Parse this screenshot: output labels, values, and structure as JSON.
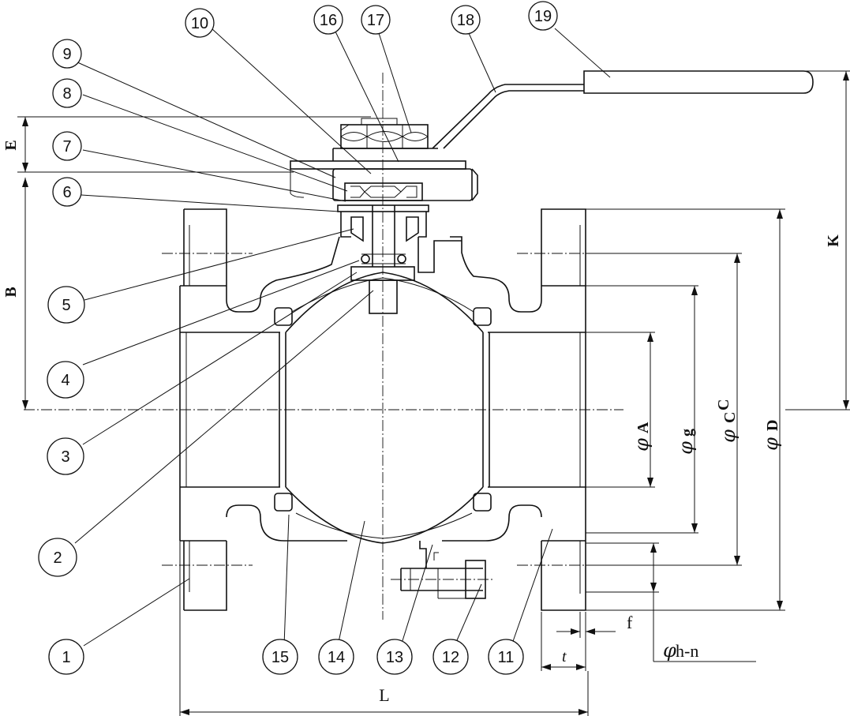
{
  "callouts": [
    {
      "id": "c1",
      "label": "1"
    },
    {
      "id": "c2",
      "label": "2"
    },
    {
      "id": "c3",
      "label": "3"
    },
    {
      "id": "c4",
      "label": "4"
    },
    {
      "id": "c5",
      "label": "5"
    },
    {
      "id": "c6",
      "label": "6"
    },
    {
      "id": "c7",
      "label": "7"
    },
    {
      "id": "c8",
      "label": "8"
    },
    {
      "id": "c9",
      "label": "9"
    },
    {
      "id": "c10",
      "label": "10"
    },
    {
      "id": "c11",
      "label": "11"
    },
    {
      "id": "c12",
      "label": "12"
    },
    {
      "id": "c13",
      "label": "13"
    },
    {
      "id": "c14",
      "label": "14"
    },
    {
      "id": "c15",
      "label": "15"
    },
    {
      "id": "c16",
      "label": "16"
    },
    {
      "id": "c17",
      "label": "17"
    },
    {
      "id": "c18",
      "label": "18"
    },
    {
      "id": "c19",
      "label": "19"
    }
  ],
  "dimensions": {
    "E": "E",
    "B": "B",
    "K": "K",
    "L": "L",
    "A": "A",
    "g": "g",
    "C": "C",
    "D": "D",
    "f": "f",
    "t": "t",
    "hn": "h-n",
    "phi": "φ"
  }
}
